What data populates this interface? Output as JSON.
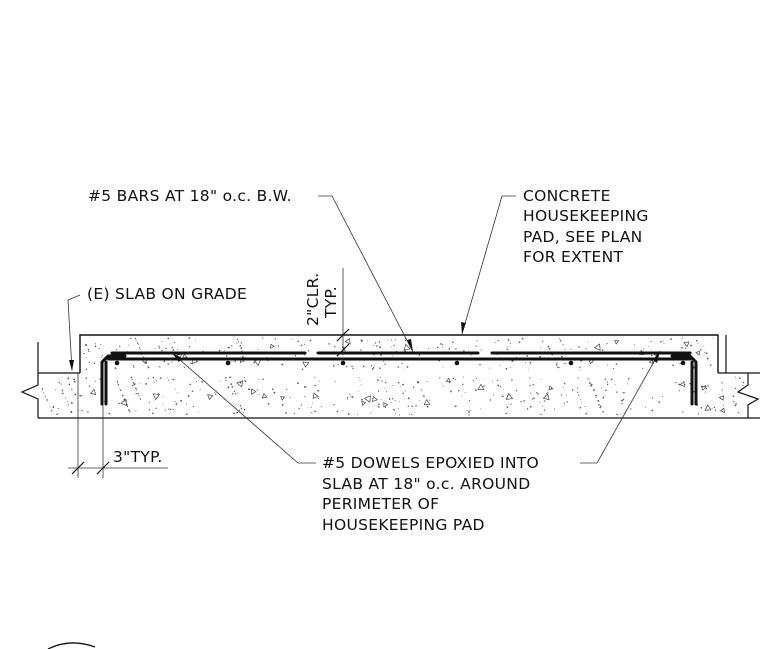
{
  "labels": {
    "bars": "#5 BARS AT 18\" o.c. B.W.",
    "concrete_pad": [
      "CONCRETE",
      "HOUSEKEEPING",
      "PAD, SEE PLAN",
      "FOR EXTENT"
    ],
    "slab": "(E) SLAB ON GRADE",
    "clearance": [
      "2\"CLR.",
      "TYP."
    ],
    "dowels": [
      "#5 DOWELS EPOXIED INTO",
      "SLAB AT 18\" o.c. AROUND",
      "PERIMETER OF",
      "HOUSEKEEPING PAD"
    ],
    "dowel_dim": "3\"TYP."
  },
  "colors": {
    "line": "#111111",
    "background": "#ffffff"
  }
}
